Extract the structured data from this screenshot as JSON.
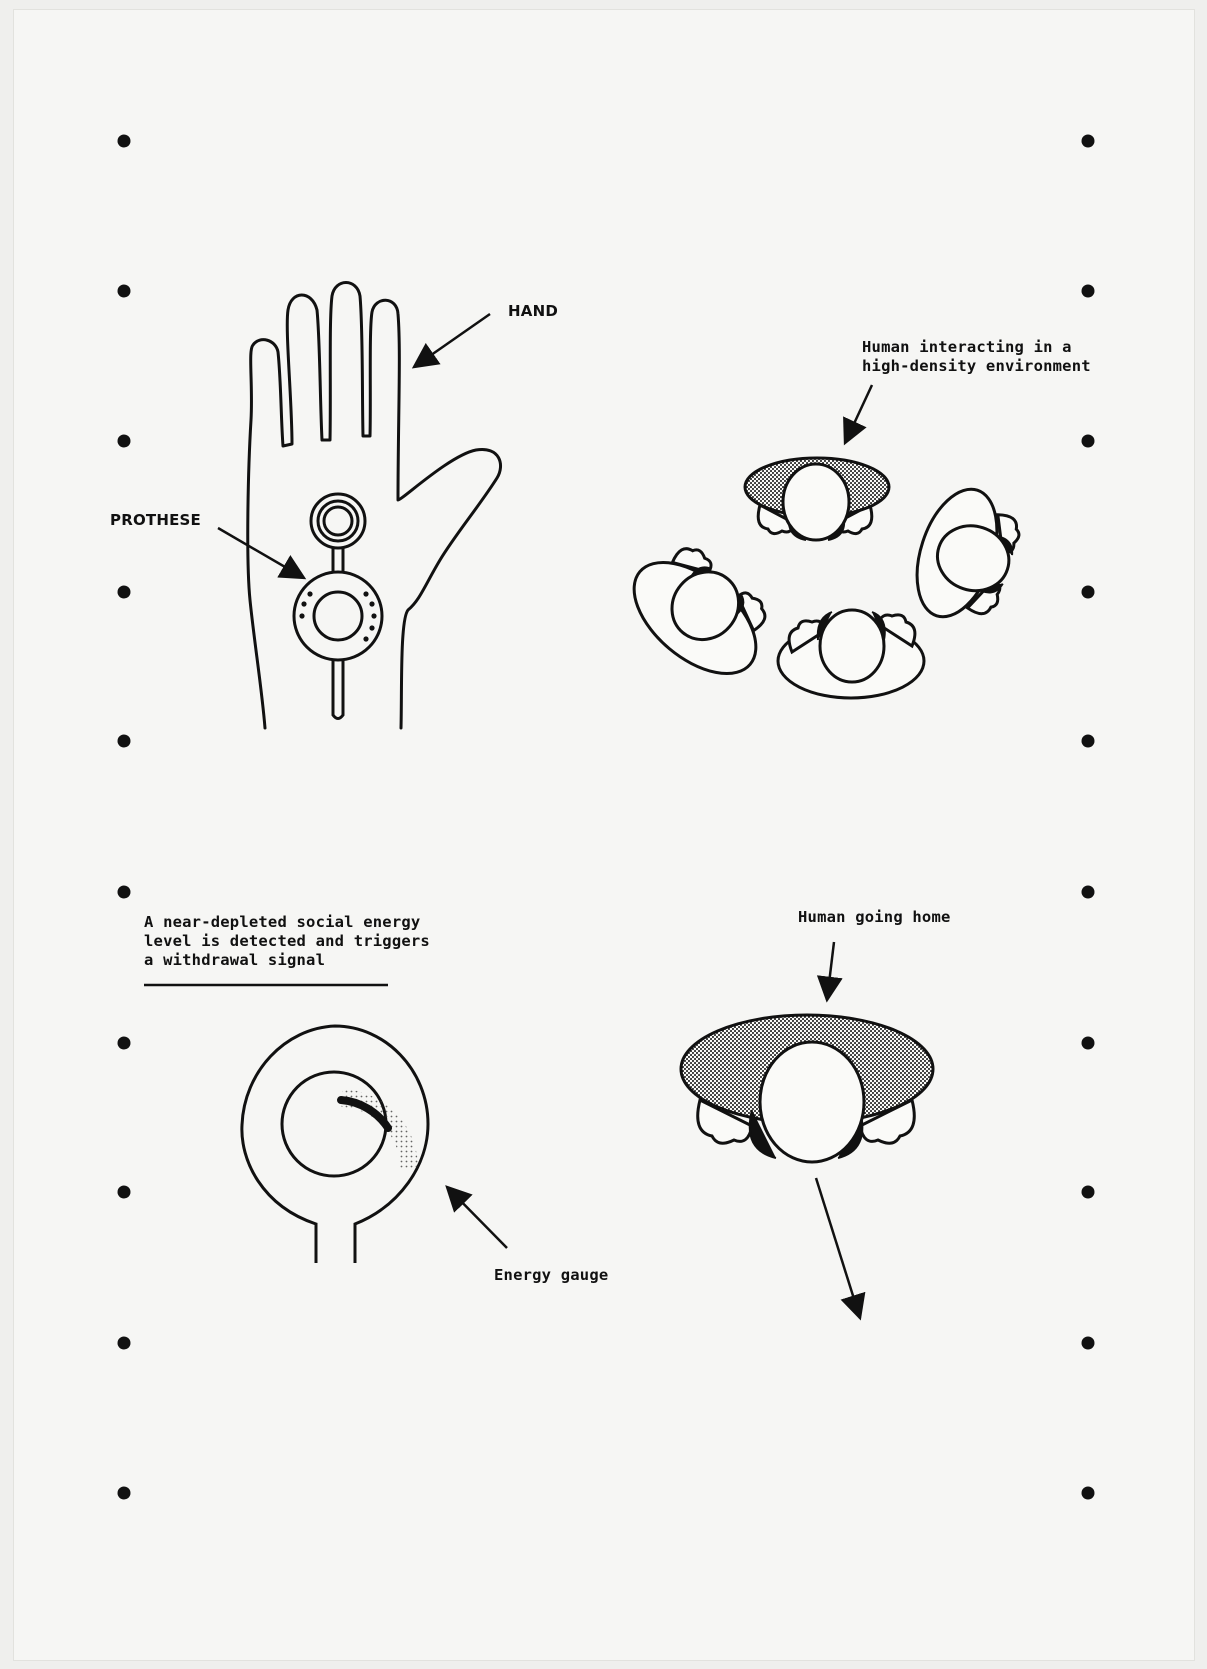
{
  "labels": {
    "hand": "HAND",
    "prothese": "PROTHESE",
    "interacting_line1": "Human interacting in a",
    "interacting_line2": "high-density environment",
    "depleted_line1": "A near-depleted social energy",
    "depleted_line2": "level is detected and triggers",
    "depleted_line3": "a withdrawal signal",
    "going_home": "Human going home",
    "energy_gauge": "Energy gauge"
  },
  "colors": {
    "ink": "#111111",
    "paper": "#f6f6f4",
    "halftone": "#6e6e6e"
  }
}
